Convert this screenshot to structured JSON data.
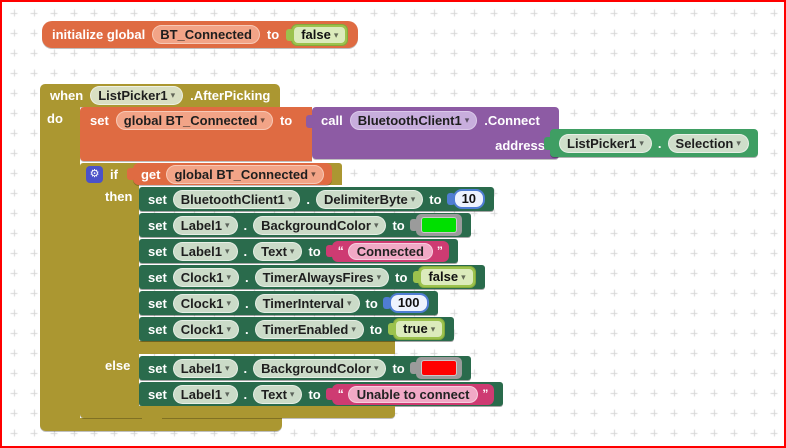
{
  "palette": {
    "event_block": "#ab9731",
    "variable_block": "#df6b42",
    "procedure_call_block": "#8d5ba4",
    "component_setter_block": "#2a6b4c",
    "component_getter_block": "#3f9e63",
    "logic_block": "#9cc24d",
    "math_block": "#4f7dd3",
    "text_block": "#ce3b72",
    "color_casing": "#9b9b9b",
    "workspace_border": "#ff0000"
  },
  "init_block": {
    "label_initialize": "initialize global",
    "variable": "BT_Connected",
    "label_to": "to",
    "value": {
      "type": "logic",
      "label": "false"
    }
  },
  "when_block": {
    "label_when": "when",
    "component": "ListPicker1",
    "event": ".AfterPicking",
    "label_do": "do"
  },
  "set_global": {
    "label_set": "set",
    "variable": "global BT_Connected",
    "label_to": "to"
  },
  "call_block": {
    "label_call": "call",
    "component": "BluetoothClient1",
    "method": ".Connect",
    "arg_label": "address",
    "arg_value": {
      "component": "ListPicker1",
      "separator": ".",
      "property": "Selection"
    }
  },
  "if_block": {
    "label_if": "if",
    "label_then": "then",
    "label_else": "else",
    "condition": {
      "label_get": "get",
      "variable": "global BT_Connected"
    }
  },
  "setter_labels": {
    "set": "set",
    "dot": ".",
    "to": "to"
  },
  "text_block_quotes": {
    "open": "“",
    "close": "”"
  },
  "then_statements": [
    {
      "component": "BluetoothClient1",
      "property": "DelimiterByte",
      "value_type": "number",
      "value": "10"
    },
    {
      "component": "Label1",
      "property": "BackgroundColor",
      "value_type": "color",
      "value": "#00e000"
    },
    {
      "component": "Label1",
      "property": "Text",
      "value_type": "text",
      "value": "Connected"
    },
    {
      "component": "Clock1",
      "property": "TimerAlwaysFires",
      "value_type": "logic",
      "value": "false"
    },
    {
      "component": "Clock1",
      "property": "TimerInterval",
      "value_type": "number",
      "value": "100"
    },
    {
      "component": "Clock1",
      "property": "TimerEnabled",
      "value_type": "logic",
      "value": "true"
    }
  ],
  "else_statements": [
    {
      "component": "Label1",
      "property": "BackgroundColor",
      "value_type": "color",
      "value": "#ff0000"
    },
    {
      "component": "Label1",
      "property": "Text",
      "value_type": "text",
      "value": "Unable to connect"
    }
  ]
}
